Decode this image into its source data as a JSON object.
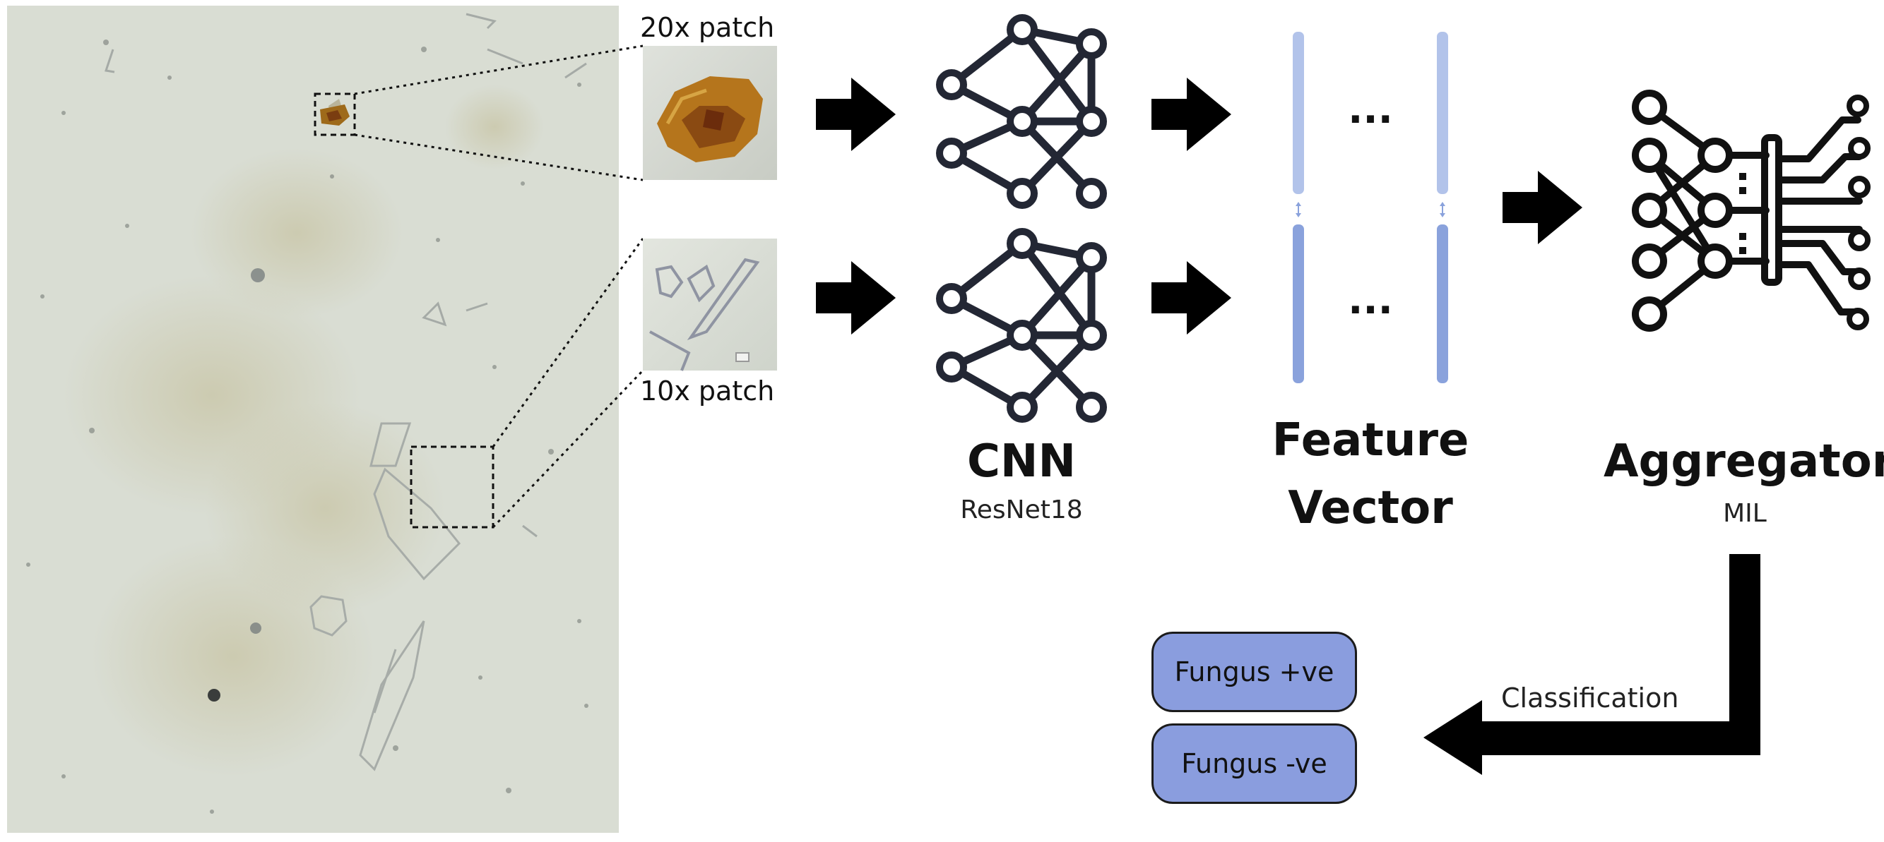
{
  "patches": {
    "patch_20x_label": "20x patch",
    "patch_10x_label": "10x patch"
  },
  "cnn": {
    "title": "CNN",
    "subtitle": "ResNet18"
  },
  "features": {
    "title_line1": "Feature",
    "title_line2": "Vector",
    "ellipsis": "..."
  },
  "aggregator": {
    "title": "Aggregator",
    "subtitle": "MIL"
  },
  "classification": {
    "label": "Classification",
    "outputs": [
      "Fungus +ve",
      "Fungus -ve"
    ]
  },
  "colors": {
    "class_box_fill": "#8a9dde",
    "feature_bar_light": "#b2c3ea",
    "feature_bar_dark": "#8aa2dc",
    "ink": "#1b1b1b",
    "micrograph_bg": "#d8dcd2"
  },
  "icons": [
    "microscope-slide-image",
    "arrow-right-icon",
    "neural-network-icon",
    "feature-vector-icon",
    "aggregator-circuit-icon",
    "elbow-arrow-icon"
  ]
}
